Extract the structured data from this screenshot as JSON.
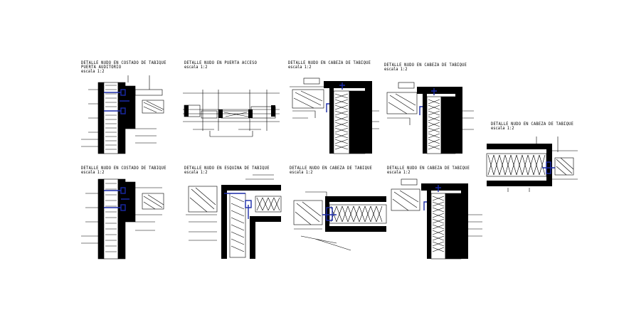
{
  "details": [
    {
      "id": "d1",
      "title_lines": [
        "DETALLE NUDO EN COSTADO DE TABIQUE",
        "PUERTA AUDITORIO"
      ],
      "scale": "escala 1:2"
    },
    {
      "id": "d2",
      "title_lines": [
        "DETALLE NUDO EN PUERTA ACCESO"
      ],
      "scale": "escala 1:2"
    },
    {
      "id": "d3",
      "title_lines": [
        "DETALLE NUDO EN CABEZA DE TABIQUE"
      ],
      "scale": "escala 1:2"
    },
    {
      "id": "d4",
      "title_lines": [
        "DETALLE NUDO EN CABEZA DE TABIQUE"
      ],
      "scale": "escala 1:2"
    },
    {
      "id": "d5",
      "title_lines": [
        "DETALLE NUDO EN CABEZA DE TABIQUE"
      ],
      "scale": "escala 1:2"
    },
    {
      "id": "d6",
      "title_lines": [
        "DETALLE NUDO EN COSTADO DE TABIQUE"
      ],
      "scale": "escala 1:2"
    },
    {
      "id": "d7",
      "title_lines": [
        "DETALLE NUDO EN ESQUINA DE TABIQUE"
      ],
      "scale": "escala 1:2"
    },
    {
      "id": "d8",
      "title_lines": [
        "DETALLE NUDO EN CABEZA DE TABIQUE"
      ],
      "scale": "escala 1:2"
    },
    {
      "id": "d9",
      "title_lines": [
        "DETALLE NUDO EN CABEZA DE TABIQUE"
      ],
      "scale": "escala 1:2"
    }
  ],
  "colors": {
    "line": "#000000",
    "accent": "#1a2aa8",
    "background": "#ffffff"
  }
}
